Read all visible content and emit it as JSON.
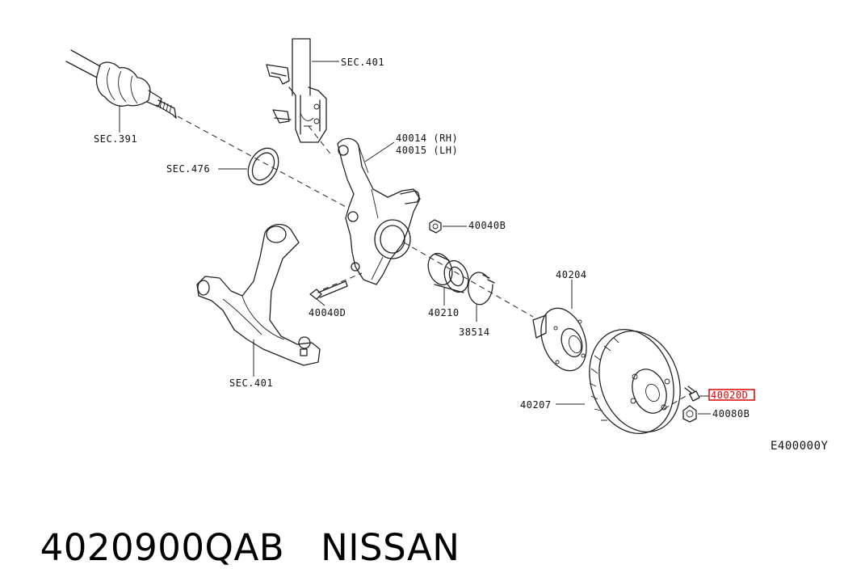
{
  "labels": {
    "sec401_top": "SEC.401",
    "sec391": "SEC.391",
    "sec476": "SEC.476",
    "p40014": "40014 (RH)",
    "p40015": "40015 (LH)",
    "p40040b": "40040B",
    "p40040d": "40040D",
    "p40210": "40210",
    "p38514": "38514",
    "p40204": "40204",
    "sec401_bottom": "SEC.401",
    "p40207": "40207",
    "p40020d": "40020D",
    "p40080b": "40080B",
    "diagram_code": "E400000Y"
  },
  "highlight_color": "#e00000",
  "caption": {
    "part_number": "4020900QAB",
    "brand": "NISSAN"
  }
}
